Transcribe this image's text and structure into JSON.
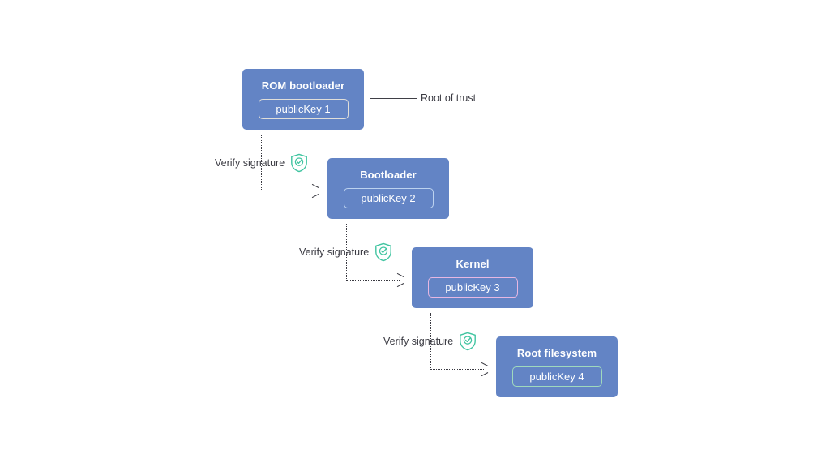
{
  "diagram": {
    "background_color": "#ffffff",
    "box_fill_color": "#6384c5",
    "shield_color": "#3fc4a0",
    "line_color": "#3a3a42"
  },
  "root_of_trust": {
    "label": "Root of trust",
    "connector_name": "root-of-trust-line"
  },
  "stages": [
    {
      "id": "rom-bootloader",
      "title": "ROM bootloader",
      "key_label": "publicKey 1",
      "key_border_color": "#e0ded9"
    },
    {
      "id": "bootloader",
      "title": "Bootloader",
      "key_label": "publicKey 2",
      "key_border_color": "#bcd2ef"
    },
    {
      "id": "kernel",
      "title": "Kernel",
      "key_label": "publicKey 3",
      "key_border_color": "#e6b7e2"
    },
    {
      "id": "root-filesystem",
      "title": "Root filesystem",
      "key_label": "publicKey 4",
      "key_border_color": "#9fd9bd"
    }
  ],
  "connectors": [
    {
      "id": "verify-1",
      "label": "Verify signature",
      "icon": "shield-check-icon",
      "from": "rom-bootloader",
      "to": "bootloader"
    },
    {
      "id": "verify-2",
      "label": "Verify signature",
      "icon": "shield-check-icon",
      "from": "bootloader",
      "to": "kernel"
    },
    {
      "id": "verify-3",
      "label": "Verify signature",
      "icon": "shield-check-icon",
      "from": "kernel",
      "to": "root-filesystem"
    }
  ]
}
